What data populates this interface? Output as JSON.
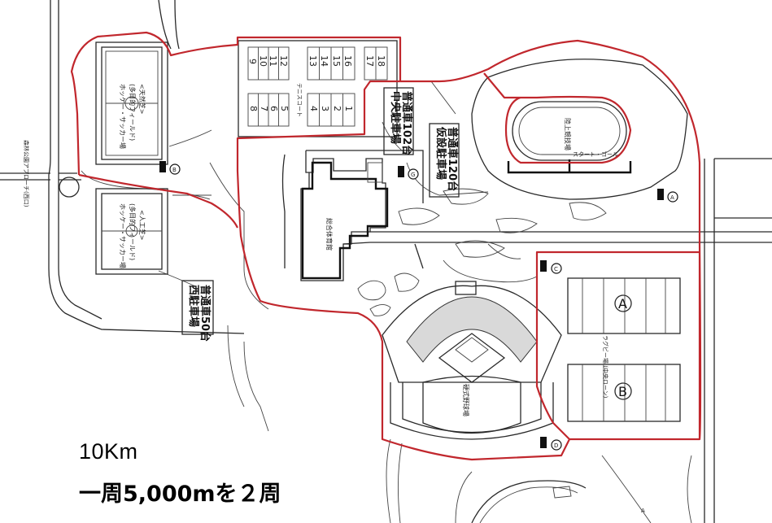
{
  "route": {
    "color": "#c1272d",
    "distance_label": "10Km",
    "lap_label": "一周5,000mを２周"
  },
  "labels": {
    "forest_approach": "森林公園アプローチ(西口)",
    "hockey_soccer_natural": "ホッケー・サッカー場",
    "multi_field_1": "(多目的フィールド)",
    "natural_turf": "<天然芝>",
    "hockey_soccer_artificial": "ホッケー・サッカー場",
    "multi_field_2": "(多目的フィールド)",
    "artificial_turf": "<人工芝>",
    "tennis": "テニスコート",
    "gym": "総合体育館",
    "track_field": "陸上競技場",
    "start_goal": "スタート・ゴール",
    "baseball": "硬式野球場",
    "rugby": "ラグビー場 (中央ローン)",
    "west_parking": "西駐車場",
    "west_parking_cap": "普通車50台",
    "central_parking": "中央駐車場",
    "central_parking_cap": "普通車102台",
    "temp_parking": "仮設駐車場",
    "temp_parking_cap": "普通車120台",
    "field_a": "A",
    "field_b": "B",
    "toilet_b": "B",
    "toilet_g": "G",
    "toilet_a": "A",
    "toilet_c": "C",
    "toilet_d": "D",
    "dome_a": "A"
  },
  "tennis_courts": {
    "top_left": [
      "9",
      "10",
      "11",
      "12"
    ],
    "top_mid": [
      "13",
      "14",
      "15",
      "16"
    ],
    "top_right": [
      "17",
      "18"
    ],
    "bottom_left": [
      "8",
      "7",
      "6",
      "5"
    ],
    "bottom_mid": [
      "4",
      "3",
      "2",
      "1"
    ]
  }
}
